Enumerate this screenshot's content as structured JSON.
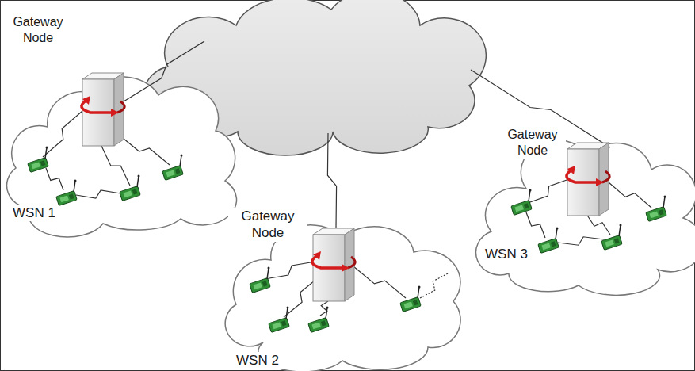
{
  "diagram": {
    "nodes": [
      {
        "text": [
          "Gateway Node"
        ]
      },
      {
        "text": [
          "Gateway Node"
        ]
      },
      {
        "text": [
          "WSN 1"
        ]
      },
      {
        "text": [
          "Gateway Node"
        ]
      },
      {
        "text": [
          "WSN 3"
        ]
      },
      {
        "text": [
          "WSN 2"
        ]
      }
    ]
  }
}
